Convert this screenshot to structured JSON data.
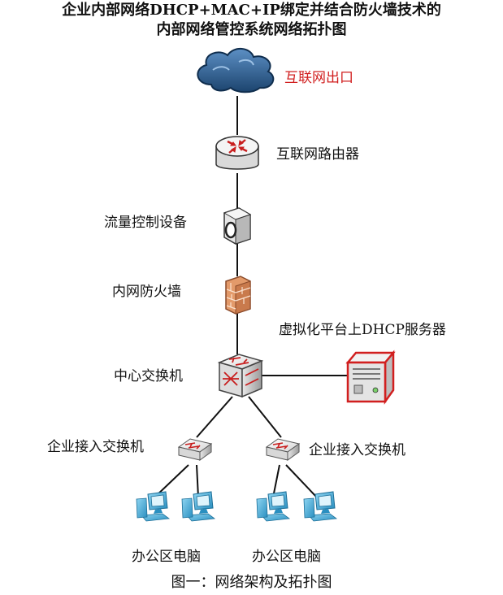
{
  "title_line1": "企业内部网络DHCP+MAC+IP绑定并结合防火墙技术的",
  "title_line2": "内部网络管控系统网络拓扑图",
  "nodes": {
    "internet": "互联网出口",
    "router": "互联网路由器",
    "traffic": "流量控制设备",
    "firewall": "内网防火墙",
    "dhcp": "虚拟化平台上DHCP服务器",
    "core": "中心交换机",
    "access_left": "企业接入交换机",
    "access_right": "企业接入交换机",
    "pcs_left": "办公区电脑",
    "pcs_right": "办公区电脑"
  },
  "caption": "图一：网络架构及拓扑图",
  "colors": {
    "internet_label": "#d11f1f",
    "cloud": "#2a5d92",
    "router_arrows": "#c81e1e",
    "firewall": "#e39a6a",
    "server_outline": "#d11f1f",
    "pc": "#3aa9d8"
  },
  "icons": [
    "cloud-icon",
    "router-icon",
    "traffic-control-icon",
    "firewall-icon",
    "switch-icon",
    "server-icon",
    "desktop-pc-icon"
  ]
}
